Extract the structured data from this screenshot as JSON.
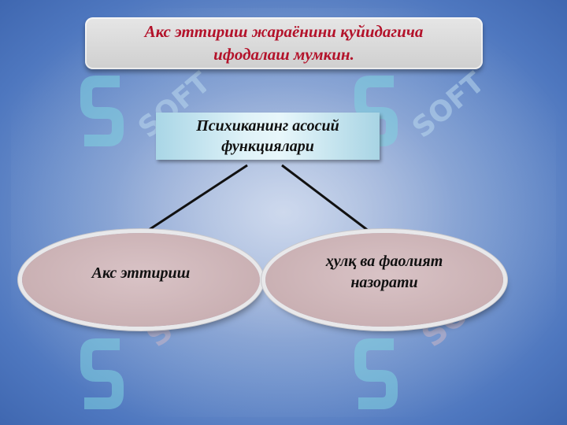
{
  "title": "Акс эттириш жараёнини қуйидагича ифодалаш мумкин.",
  "central_node": "Психиканинг асосий функциялари",
  "branches": [
    {
      "label": "Акс эттириш"
    },
    {
      "label": "ҳулқ ва фаолият назорати"
    }
  ],
  "watermark": {
    "text": "SOFT",
    "icon": "s-logo-icon"
  },
  "colors": {
    "title_text": "#b3122a",
    "central_box": "#bfe3ef",
    "ellipse_fill": "#d2bcbf",
    "background": "#6f91cb"
  }
}
